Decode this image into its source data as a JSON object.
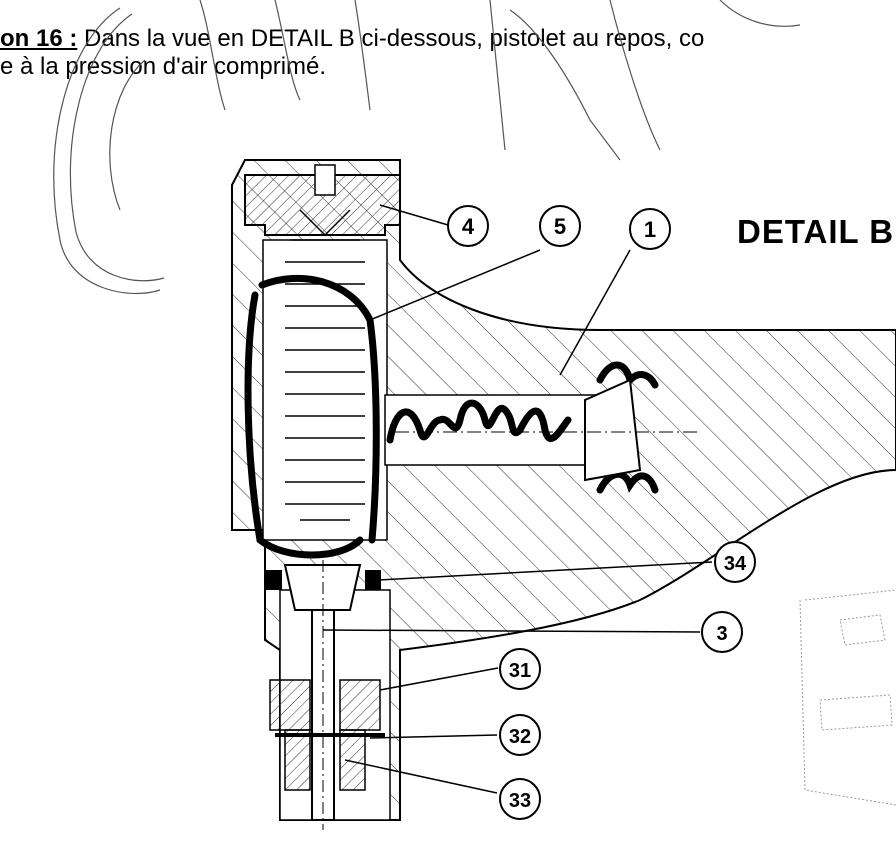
{
  "question": {
    "number": "on 16 :",
    "line1_rest": " Dans la vue en DETAIL B ci-dessous, pistolet au repos, co",
    "line2": "e à la pression d'air comprimé."
  },
  "detail_title": "DETAIL B",
  "callouts": [
    {
      "id": "callout-4",
      "label": "4"
    },
    {
      "id": "callout-5",
      "label": "5"
    },
    {
      "id": "callout-1",
      "label": "1"
    },
    {
      "id": "callout-34",
      "label": "34"
    },
    {
      "id": "callout-3",
      "label": "3"
    },
    {
      "id": "callout-31",
      "label": "31"
    },
    {
      "id": "callout-32",
      "label": "32"
    },
    {
      "id": "callout-33",
      "label": "33"
    }
  ],
  "colors": {
    "ink": "#000000",
    "hatch": "#333333",
    "stamp": "#9a9a9a"
  }
}
